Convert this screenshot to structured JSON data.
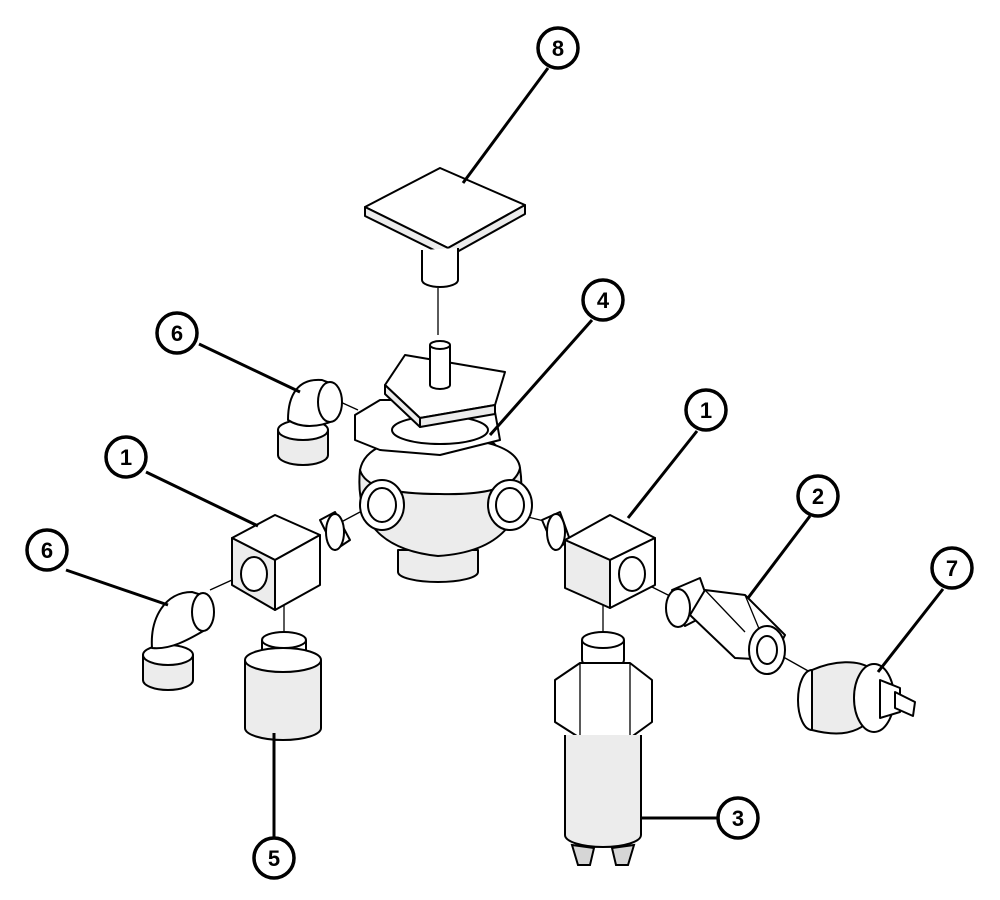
{
  "callouts": {
    "c8": "8",
    "c6_upper": "6",
    "c4": "4",
    "c1_left": "1",
    "c1_right": "1",
    "c6_lower": "6",
    "c2": "2",
    "c7": "7",
    "c5": "5",
    "c3": "3"
  },
  "colors": {
    "line": "#000000",
    "background": "#ffffff",
    "shade": "#ececec"
  }
}
